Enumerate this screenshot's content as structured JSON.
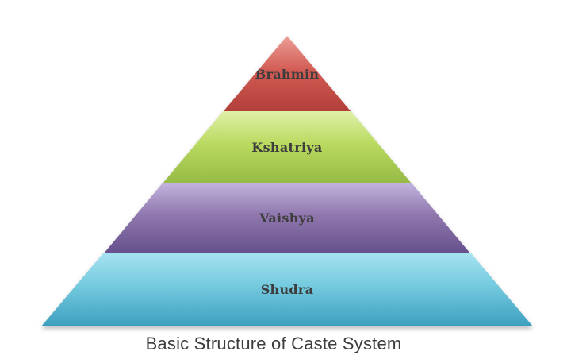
{
  "diagram": {
    "type": "pyramid",
    "title": "Basic Structure of Caste System",
    "title_text_color": "#3d3d3d",
    "label_text_color": "#3d3d3d",
    "levels": [
      {
        "label": "Brahmin",
        "color_base": "#c0504d",
        "color_light": "#ec9e96",
        "color_mid": "#d25c54",
        "color_dark": "#b13e39"
      },
      {
        "label": "Kshatriya",
        "color_base": "#9bbb59",
        "color_light": "#e0f0a8",
        "color_mid": "#bada60",
        "color_dark": "#95ba45"
      },
      {
        "label": "Vaishya",
        "color_base": "#8064a2",
        "color_light": "#c3b4de",
        "color_mid": "#9078ae",
        "color_dark": "#66508c"
      },
      {
        "label": "Shudra",
        "color_base": "#4bacc6",
        "color_light": "#a7e3f1",
        "color_mid": "#74cade",
        "color_dark": "#3d9fc0"
      }
    ]
  }
}
